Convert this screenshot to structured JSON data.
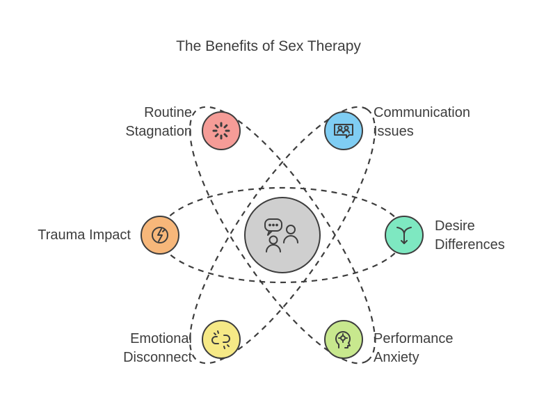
{
  "title": "The Benefits of Sex Therapy",
  "colors": {
    "routine": "#f59c97",
    "communication": "#7fcdf3",
    "trauma": "#f7b77a",
    "desire": "#7ee8c1",
    "emotional": "#f6e986",
    "performance": "#c8e88e",
    "center": "#cfcfcf",
    "stroke": "#3d3d3d"
  },
  "nodes": {
    "routine": {
      "line1": "Routine",
      "line2": "Stagnation",
      "icon": "loader-icon"
    },
    "communication": {
      "line1": "Communication",
      "line2": "Issues",
      "icon": "people-chat-icon"
    },
    "trauma": {
      "line1": "Trauma Impact",
      "icon": "brain-lightning-icon"
    },
    "desire": {
      "line1": "Desire",
      "line2": "Differences",
      "icon": "merge-arrow-icon"
    },
    "emotional": {
      "line1": "Emotional",
      "line2": "Disconnect",
      "icon": "broken-link-icon"
    },
    "performance": {
      "line1": "Performance",
      "line2": "Anxiety",
      "icon": "head-gear-icon"
    }
  },
  "center": {
    "icon": "people-talking-icon"
  }
}
